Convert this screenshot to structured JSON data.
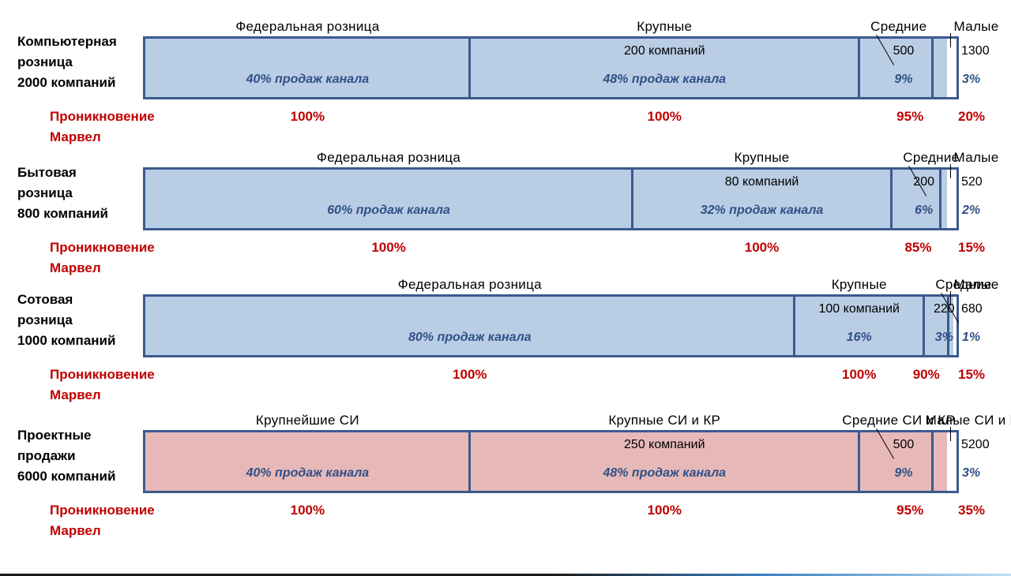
{
  "chart_data": {
    "type": "bar",
    "orientation": "horizontal",
    "stacked": true,
    "penetration_label": "Проникновение Марвел",
    "groups": [
      {
        "label_lines": [
          "Компьютерная",
          "розница",
          "2000 компаний"
        ],
        "color": "#b9cde5",
        "segments": [
          {
            "name": "Федеральная розница",
            "count": "",
            "share_label": "40% продаж канала",
            "share": 40,
            "penetration": "100%"
          },
          {
            "name": "Крупные",
            "count": "200 компаний",
            "share_label": "48% продаж канала",
            "share": 48,
            "penetration": "100%"
          },
          {
            "name": "Средние",
            "count": "500",
            "share_label": "9%",
            "share": 9,
            "penetration": "95%"
          },
          {
            "name": "Малые",
            "count": "1300",
            "share_label": "3%",
            "share": 3,
            "penetration": "20%"
          }
        ]
      },
      {
        "label_lines": [
          "Бытовая",
          "розница",
          "800 компаний"
        ],
        "color": "#b9cde5",
        "segments": [
          {
            "name": "Федеральная розница",
            "count": "",
            "share_label": "60% продаж канала",
            "share": 60,
            "penetration": "100%"
          },
          {
            "name": "Крупные",
            "count": "80 компаний",
            "share_label": "32% продаж канала",
            "share": 32,
            "penetration": "100%"
          },
          {
            "name": "Средние",
            "count": "200",
            "share_label": "6%",
            "share": 6,
            "penetration": "85%"
          },
          {
            "name": "Малые",
            "count": "520",
            "share_label": "2%",
            "share": 2,
            "penetration": "15%"
          }
        ]
      },
      {
        "label_lines": [
          "Сотовая",
          "розница",
          "1000 компаний"
        ],
        "color": "#b9cde5",
        "segments": [
          {
            "name": "Федеральная розница",
            "count": "",
            "share_label": "80% продаж канала",
            "share": 80,
            "penetration": "100%"
          },
          {
            "name": "Крупные",
            "count": "100 компаний",
            "share_label": "16%",
            "share": 16,
            "penetration": "100%"
          },
          {
            "name": "Средние",
            "count": "220",
            "share_label": "3%",
            "share": 3,
            "penetration": "90%"
          },
          {
            "name": "Малые",
            "count": "680",
            "share_label": "1%",
            "share": 1,
            "penetration": "15%"
          }
        ]
      },
      {
        "label_lines": [
          "Проектные",
          "продажи",
          "6000 компаний"
        ],
        "color": "#e6b9b8",
        "segments": [
          {
            "name": "Крупнейшие СИ",
            "count": "",
            "share_label": "40% продаж канала",
            "share": 40,
            "penetration": "100%"
          },
          {
            "name": "Крупные СИ и КР",
            "count": "250 компаний",
            "share_label": "48% продаж канала",
            "share": 48,
            "penetration": "100%"
          },
          {
            "name": "Средние СИ и КР",
            "count": "500",
            "share_label": "9%",
            "share": 9,
            "penetration": "95%"
          },
          {
            "name": "Малые СИ и КР",
            "count": "5200",
            "share_label": "3%",
            "share": 3,
            "penetration": "35%"
          }
        ]
      }
    ]
  }
}
